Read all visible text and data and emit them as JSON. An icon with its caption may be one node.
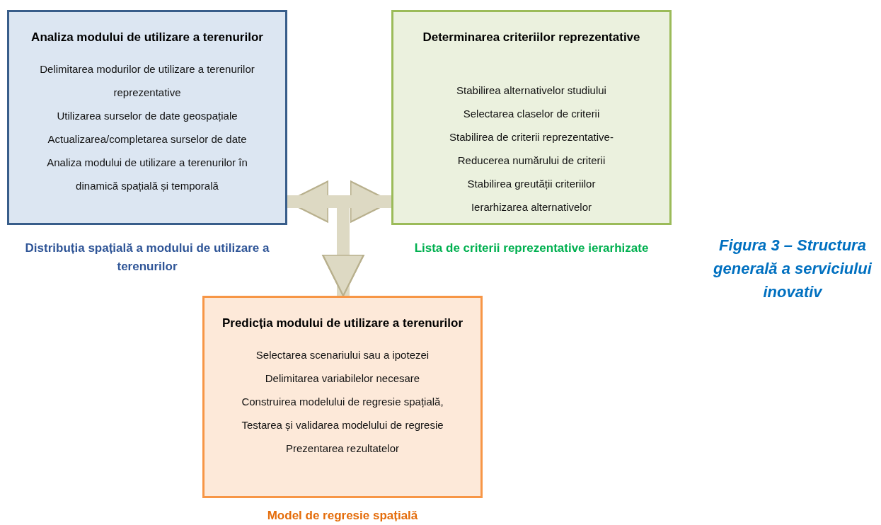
{
  "diagram": {
    "caption": "Figura 3 – Structura generală a serviciului inovativ",
    "nodes": [
      {
        "text": [
          "Analiza modului de utilizare a terenurilor",
          "Delimitarea modurilor de utilizare a terenurilor reprezentative",
          "Utilizarea surselor de date geospațiale",
          "Actualizarea/completarea surselor de date",
          "Analiza modului de utilizare a terenurilor în dinamică spațială și temporală"
        ],
        "beside": [
          "Distribuția spațială a modului de utilizare a terenurilor"
        ]
      },
      {
        "text": [
          "Determinarea criteriilor reprezentative",
          "Stabilirea alternativelor studiului",
          "Selectarea claselor de criterii",
          "Stabilirea de criterii reprezentative-",
          "Reducerea numărului de criterii",
          "Stabilirea greutății criteriilor",
          "Ierarhizarea alternativelor"
        ],
        "beside": [
          "Lista de criterii reprezentative ierarhizate"
        ]
      },
      {
        "text": [
          "Predicția modului de utilizare a terenurilor",
          "Selectarea scenariului sau a ipotezei",
          "Delimitarea variabilelor necesare",
          "Construirea modelului de regresie spațială,",
          "Testarea și validarea modelului de regresie",
          "Prezentarea rezultatelor"
        ],
        "beside": [
          "Model de regresie spațială"
        ]
      }
    ],
    "edges": [
      {
        "from": 0,
        "to": 1,
        "arrow": "both"
      },
      {
        "from": 0,
        "to": 2,
        "arrow": "to"
      },
      {
        "from": 1,
        "to": 2,
        "arrow": "to"
      }
    ]
  }
}
